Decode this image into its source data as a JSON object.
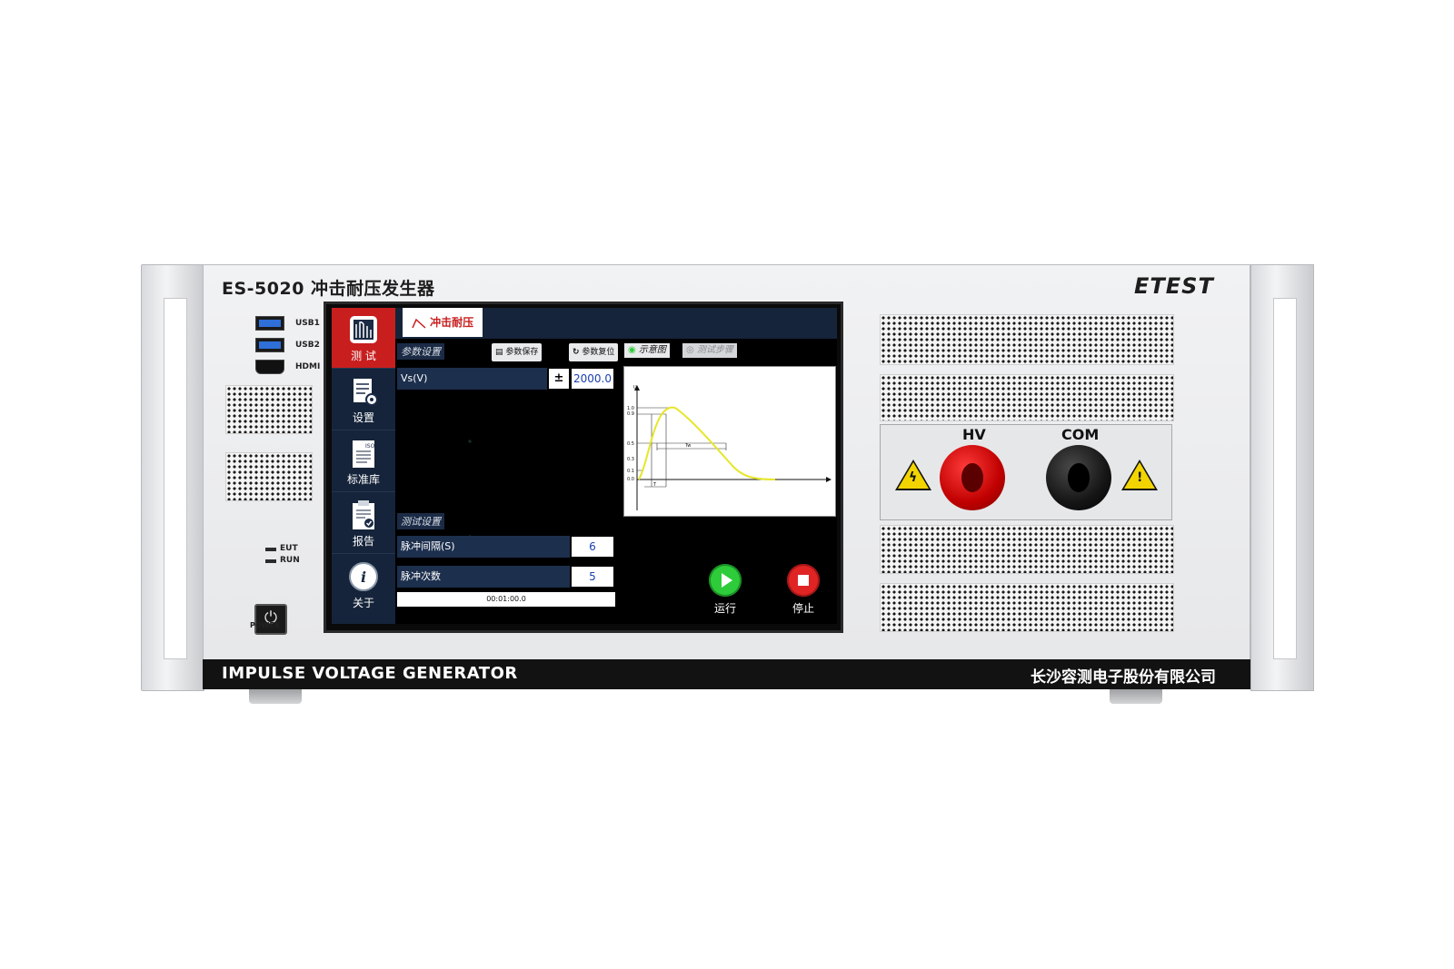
{
  "device": {
    "model_title": "ES-5020 冲击耐压发生器",
    "brand": "ETEST",
    "product_name": "IMPULSE VOLTAGE GENERATOR",
    "company": "长沙容测电子股份有限公司"
  },
  "front_panel": {
    "ports": [
      {
        "label": "USB1"
      },
      {
        "label": "USB2"
      },
      {
        "label": "HDMI"
      }
    ],
    "indicators": [
      {
        "label": "EUT"
      },
      {
        "label": "RUN"
      }
    ],
    "power_label": "POWER"
  },
  "screen": {
    "sidebar": [
      {
        "label": "测 试",
        "icon": "waveform-icon",
        "active": true
      },
      {
        "label": "设置",
        "icon": "settings-doc-icon",
        "active": false
      },
      {
        "label": "标准库",
        "icon": "iso-standard-icon",
        "active": false
      },
      {
        "label": "报告",
        "icon": "report-clipboard-icon",
        "active": false
      },
      {
        "label": "关于",
        "icon": "info-icon",
        "active": false
      }
    ],
    "active_tab": "冲击耐压",
    "param_section": {
      "title": "参数设置",
      "save_button": "参数保存",
      "reset_button": "参数复位",
      "voltage_label": "Vs(V)",
      "polarity": "±",
      "voltage_value": "2000.0"
    },
    "view_tabs": [
      {
        "label": "示意图",
        "selected": true
      },
      {
        "label": "测试步骤",
        "selected": false
      }
    ],
    "waveform": {
      "y_axis_label": "U",
      "y_ticks": [
        "1.0",
        "0.9",
        "0.5",
        "0.3",
        "0.1",
        "0.0"
      ],
      "labels": [
        "Tw",
        "T"
      ],
      "curve_color": "#e6e62a"
    },
    "test_section": {
      "title": "测试设置",
      "interval_label": "脉冲间隔(S)",
      "interval_value": "6",
      "count_label": "脉冲次数",
      "count_value": "5",
      "timer": "00:01:00.0"
    },
    "actions": {
      "run_label": "运行",
      "stop_label": "停止",
      "run_color": "#2ecc3a",
      "stop_color": "#e02424"
    }
  },
  "output_panel": {
    "hv_label": "HV",
    "com_label": "COM"
  }
}
